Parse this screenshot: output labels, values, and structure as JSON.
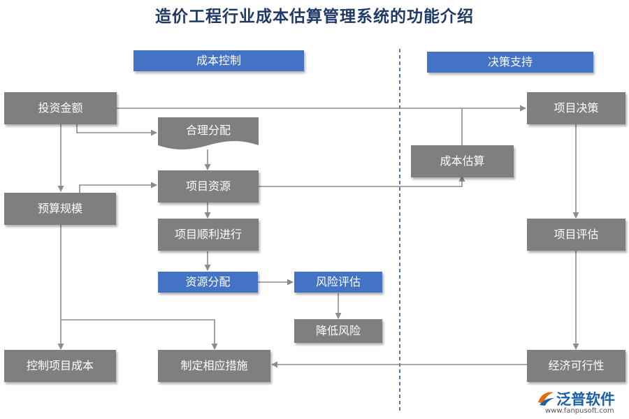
{
  "title": "造价工程行业成本估算管理系统的功能介绍",
  "sections": {
    "left": "成本控制",
    "right": "决策支持"
  },
  "nodes": {
    "investment": "投资金额",
    "reasonable_allocation": "合理分配",
    "project_resources": "项目资源",
    "budget_scale": "预算规模",
    "project_smooth": "项目顺利进行",
    "resource_allocation": "资源分配",
    "risk_assessment": "风险评估",
    "reduce_risk": "降低风险",
    "control_cost": "控制项目成本",
    "measures": "制定相应措施",
    "cost_estimate": "成本估算",
    "project_decision": "项目决策",
    "project_evaluation": "项目评估",
    "feasibility": "经济可行性"
  },
  "logo": {
    "name": "泛普软件",
    "url": "www.fanpusoft.com"
  },
  "colors": {
    "title": "#1f3a66",
    "header": "#4472c4",
    "node": "#7f7f7f",
    "connector": "#8c8c8c",
    "divider": "#2f5597"
  }
}
